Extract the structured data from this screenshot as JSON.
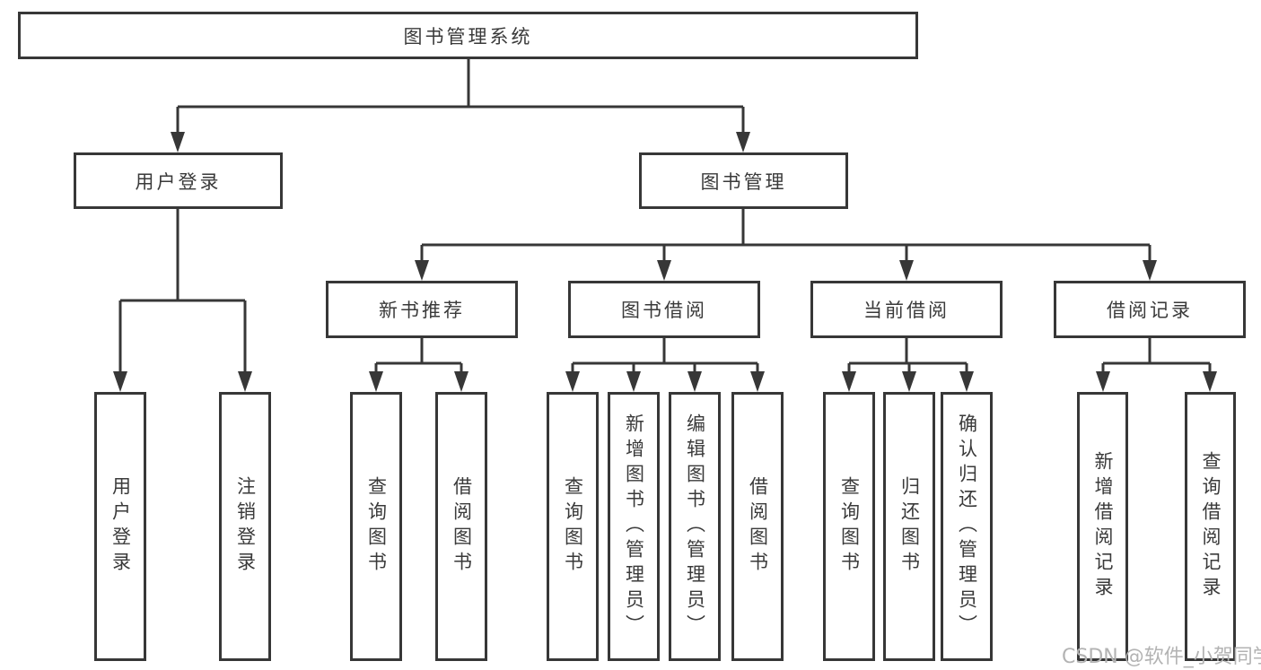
{
  "colors": {
    "line": "#373737",
    "text": "#3a3a3a",
    "background": "#ffffff",
    "watermark": "#b3b3b3"
  },
  "tree": {
    "root": "图书管理系统",
    "branches": [
      {
        "label": "用户登录",
        "leaves": [
          "用户登录",
          "注销登录"
        ]
      },
      {
        "label": "图书管理",
        "groups": [
          {
            "label": "新书推荐",
            "leaves": [
              "查询图书",
              "借阅图书"
            ]
          },
          {
            "label": "图书借阅",
            "leaves": [
              "查询图书",
              "新增图书（管理员）",
              "编辑图书（管理员）",
              "借阅图书"
            ]
          },
          {
            "label": "当前借阅",
            "leaves": [
              "查询图书",
              "归还图书",
              "确认归还（管理员）"
            ]
          },
          {
            "label": "借阅记录",
            "leaves": [
              "新增借阅记录",
              "查询借阅记录"
            ]
          }
        ]
      }
    ]
  },
  "watermark": "CSDN @软件_小贺同学"
}
